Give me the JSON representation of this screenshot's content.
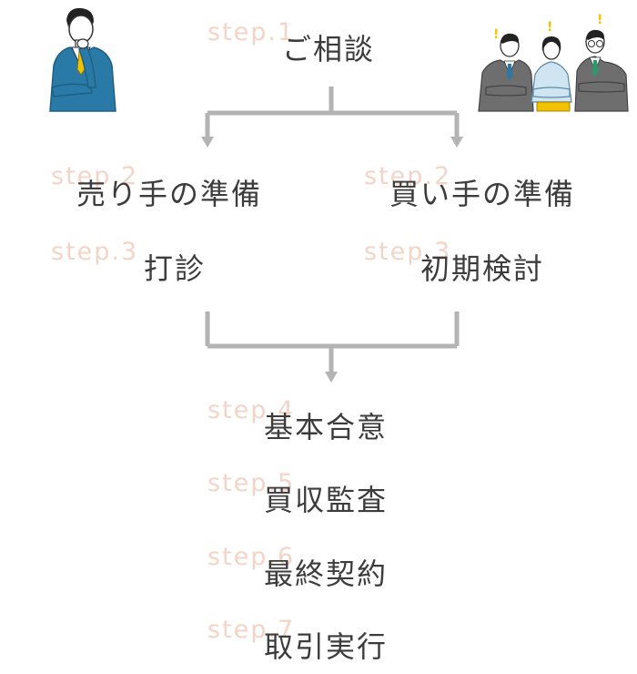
{
  "steps": {
    "s1": {
      "tag": "step.1",
      "label": "ご相談"
    },
    "s2_seller": {
      "tag": "step.2",
      "label": "売り手の準備"
    },
    "s2_buyer": {
      "tag": "step.2",
      "label": "買い手の準備"
    },
    "s3_seller": {
      "tag": "step.3",
      "label": "打診"
    },
    "s3_buyer": {
      "tag": "step.3",
      "label": "初期検討"
    },
    "s4": {
      "tag": "step.4",
      "label": "基本合意"
    },
    "s5": {
      "tag": "step.5",
      "label": "買収監査"
    },
    "s6": {
      "tag": "step.6",
      "label": "最終契約"
    },
    "s7": {
      "tag": "step.7",
      "label": "取引実行"
    }
  },
  "colors": {
    "step_tag": "#f3d5c8",
    "label": "#3c3c3c",
    "connector": "#b3b3b3",
    "suit_blue": "#2a7aa8",
    "suit_gray": "#6e6e6e",
    "shirt_light": "#cfe6f2",
    "accent_yellow": "#f2c200"
  },
  "illustrations": {
    "left": "thinking-businessman-icon",
    "right": "three-people-with-exclamation-icon"
  }
}
